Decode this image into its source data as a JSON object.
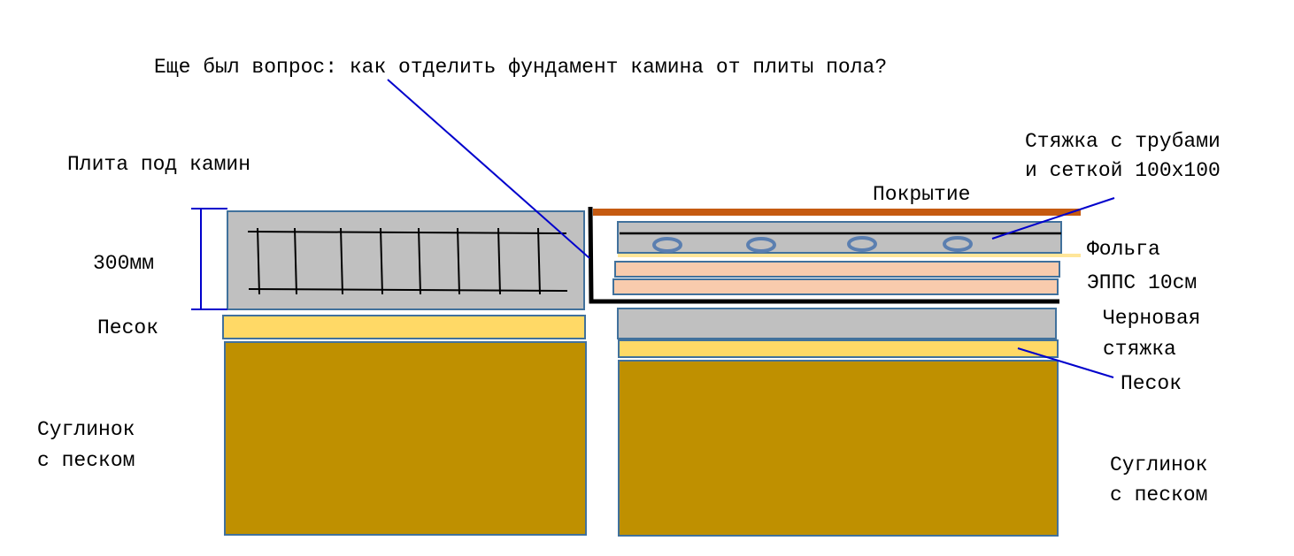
{
  "title": "Еще был вопрос: как отделить фундамент камина от плиты пола?",
  "left": {
    "heading": "Плита под камин",
    "thickness": "300мм",
    "sand": "Песок",
    "soil": [
      "Суглинок",
      "с песком"
    ]
  },
  "right": {
    "screed_with_pipes": [
      "Стяжка с трубами",
      "и сеткой 100х100"
    ],
    "covering": "Покрытие",
    "foil": "Фольга",
    "xps": "ЭППС 10см",
    "rough_screed": [
      "Черновая",
      "стяжка"
    ],
    "sand": "Песок",
    "soil": [
      "Суглинок",
      "с песком"
    ]
  },
  "colors": {
    "concrete": "#c0c0c0",
    "sand": "#ffd966",
    "soil": "#bf9000",
    "xps": "#f8cbad",
    "covering": "#c55a11",
    "foil": "#ffe699",
    "border": "#41719c",
    "leader": "#0000cc",
    "dimension": "#0000cc",
    "pipe": "#5b7fb0",
    "rebar": "#000000"
  }
}
